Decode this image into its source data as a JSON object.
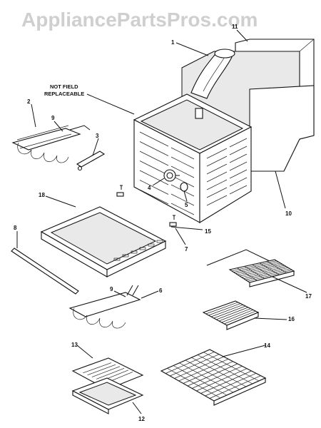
{
  "watermark": "AppliancePartsPros.com",
  "note": {
    "line1": "NOT FIELD",
    "line2": "REPLACEABLE"
  },
  "callouts": {
    "c1": "1",
    "c2": "2",
    "c3": "3",
    "c4": "4",
    "c5": "5",
    "c6": "6",
    "c7": "7",
    "c8": "8",
    "c9a": "9",
    "c9b": "9",
    "c10": "10",
    "c11": "11",
    "c12": "12",
    "c13": "13",
    "c14": "14",
    "c15": "15",
    "c16": "16",
    "c17": "17",
    "c18": "18"
  }
}
